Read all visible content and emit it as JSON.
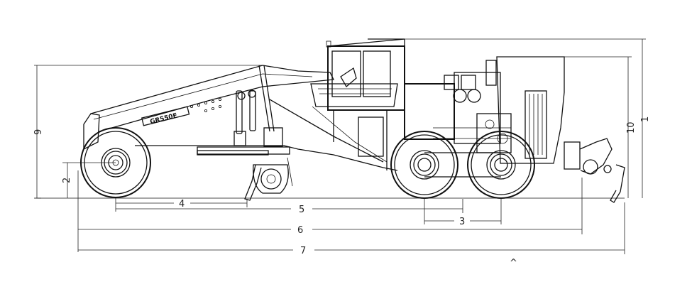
{
  "drawing": {
    "model_badge": "GR550F",
    "caret_mark": "^",
    "line_color": "#111111",
    "background": "#ffffff"
  },
  "dimensions": {
    "d1": "1",
    "d2": "2",
    "d3": "3",
    "d4": "4",
    "d5": "5",
    "d6": "6",
    "d7": "7",
    "d9": "9",
    "d10": "10"
  }
}
